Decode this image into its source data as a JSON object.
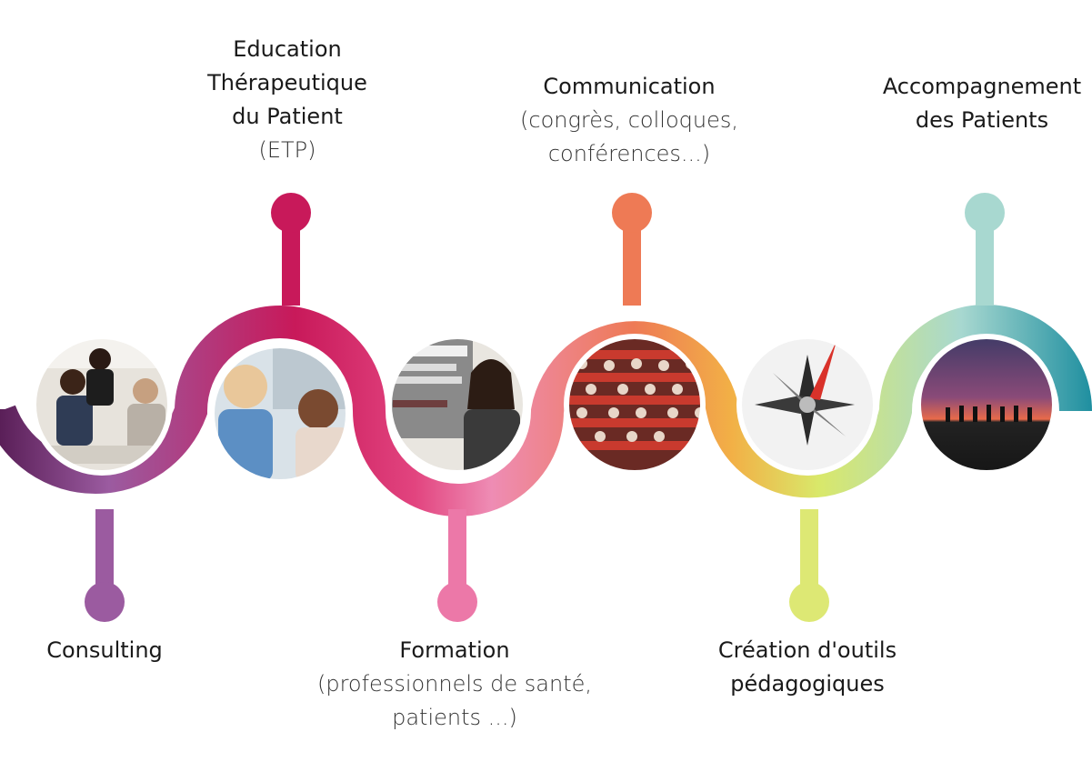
{
  "steps": [
    {
      "title_lines": [
        "Consulting"
      ],
      "sub_lines": [],
      "color": "#9b5ba0",
      "photo": "meeting-photo"
    },
    {
      "title_lines": [
        "Education",
        "Thérapeutique",
        "du Patient"
      ],
      "sub_lines": [
        "(ETP)"
      ],
      "color": "#c8195a",
      "photo": "nurse-photo"
    },
    {
      "title_lines": [
        "Formation"
      ],
      "sub_lines": [
        "(professionnels de santé,",
        "patients ...)"
      ],
      "color": "#e879a8",
      "photo": "presenter-photo"
    },
    {
      "title_lines": [
        "Communication"
      ],
      "sub_lines": [
        "(congrès, colloques,",
        "conférences...)"
      ],
      "color": "#ee7a55",
      "photo": "auditorium-photo"
    },
    {
      "title_lines": [
        "Création d'outils",
        "pédagogiques"
      ],
      "sub_lines": [],
      "color": "#d9e86a",
      "photo": "compass-photo"
    },
    {
      "title_lines": [
        "Accompagnement",
        "des Patients"
      ],
      "sub_lines": [],
      "color": "#a8d8d0",
      "photo": "sunset-group-photo"
    }
  ],
  "colors": {
    "gradient": [
      "#5a1f58",
      "#9b5ba0",
      "#c8195a",
      "#e2447f",
      "#ee8cb4",
      "#ee7a55",
      "#f2b046",
      "#d9e86a",
      "#a8d8d0",
      "#1f8fa0"
    ]
  }
}
